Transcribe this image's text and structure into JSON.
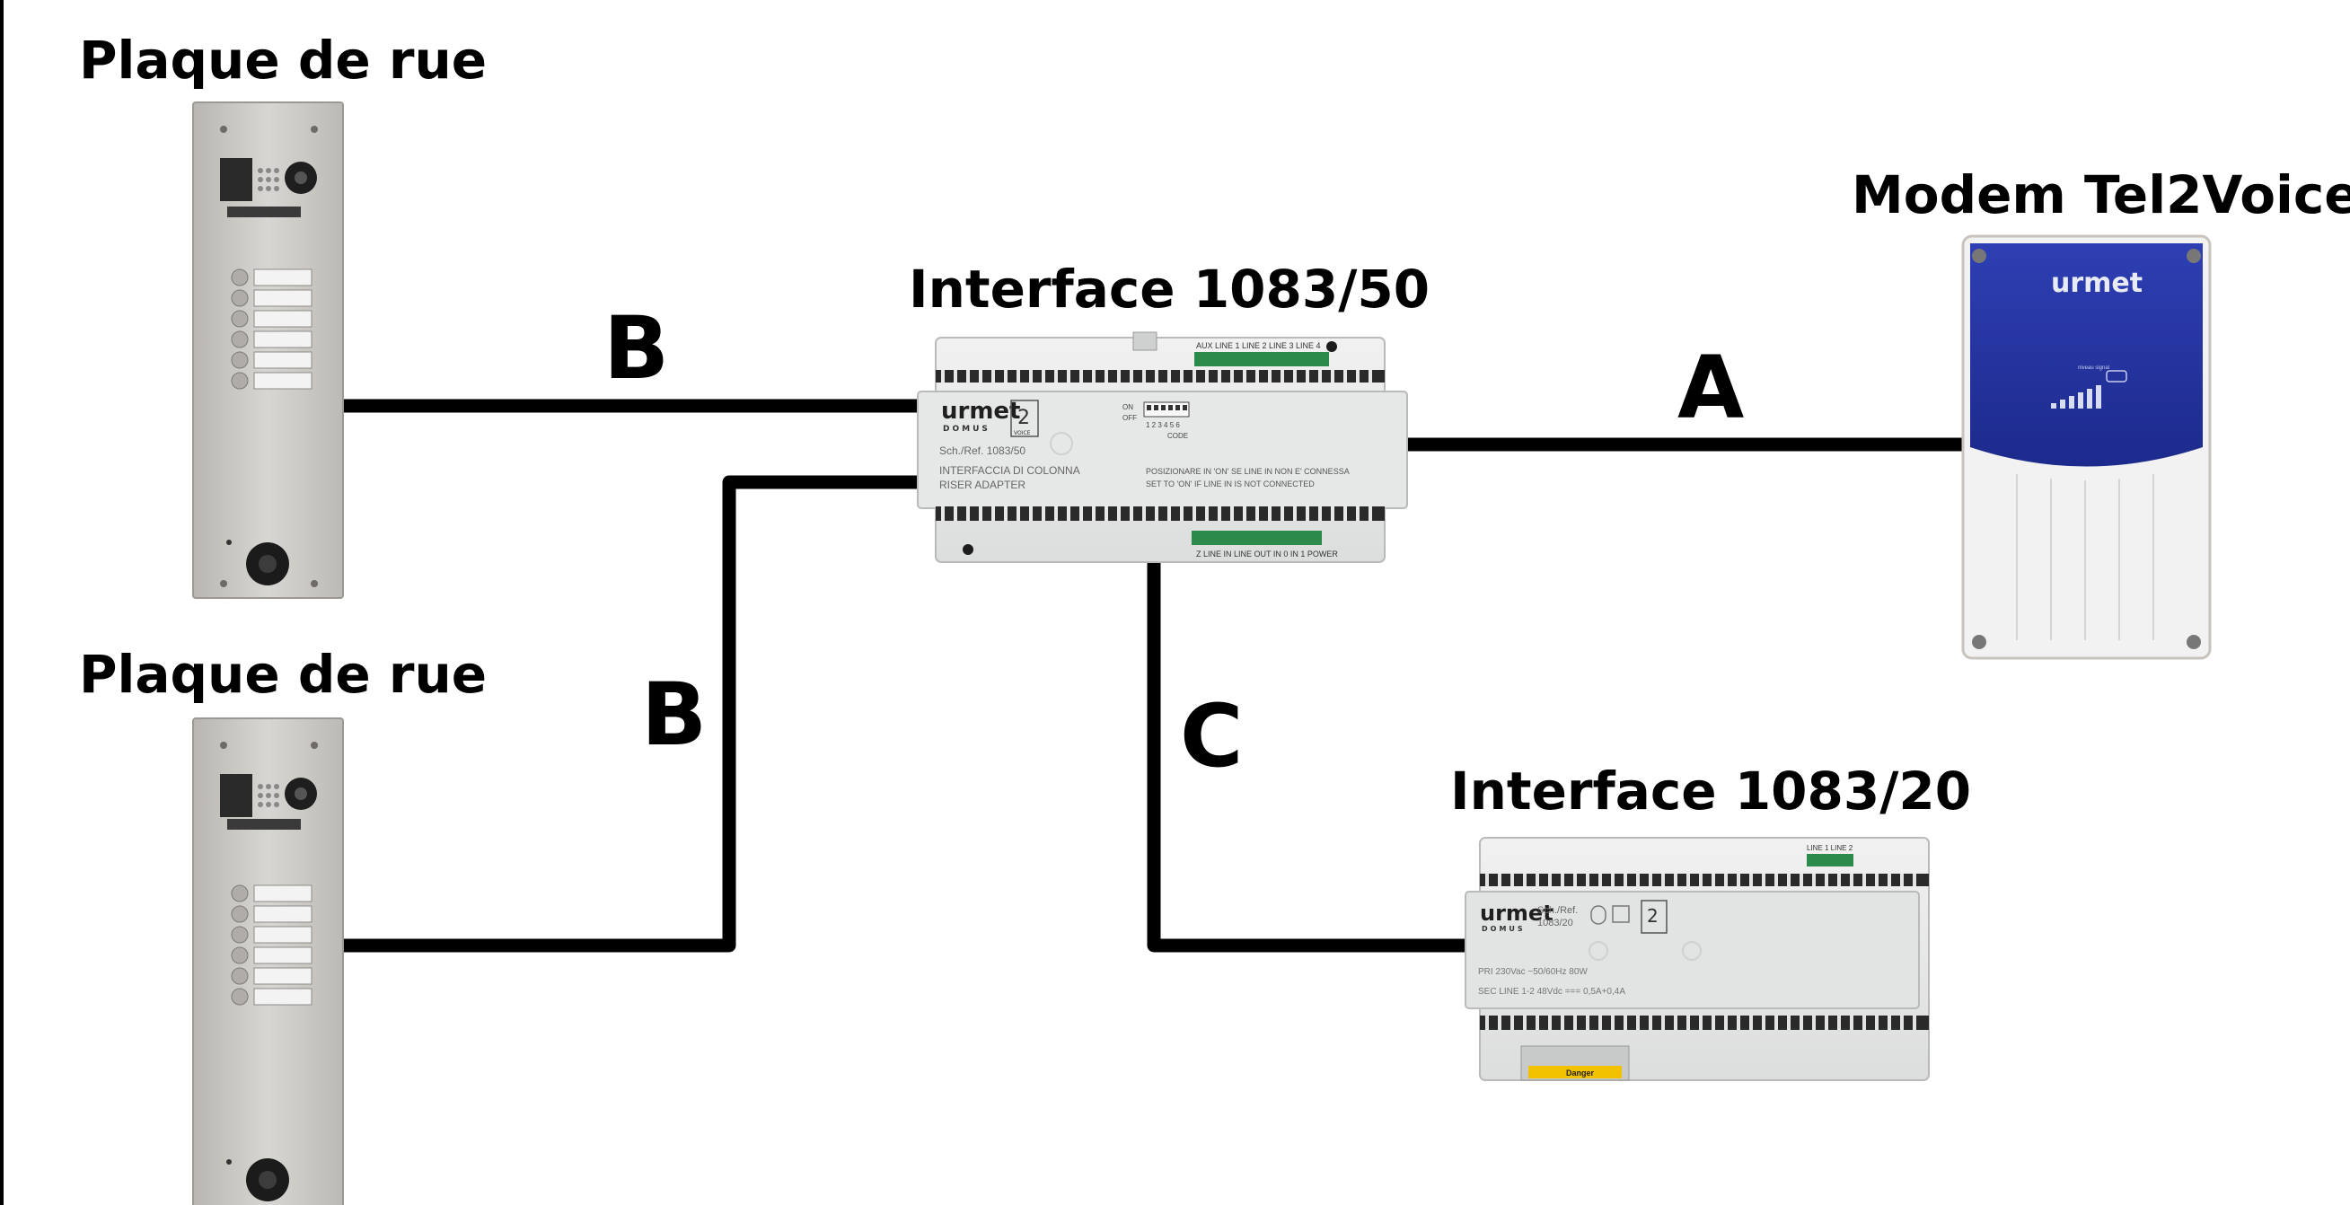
{
  "labels": {
    "street_panel_top": "Plaque de rue",
    "street_panel_bottom": "Plaque de rue",
    "interface_50": "Interface 1083/50",
    "interface_20": "Interface 1083/20",
    "modem": "Modem Tel2Voice"
  },
  "connections": {
    "a": "A",
    "b_top": "B",
    "b_bottom": "B",
    "c": "C"
  },
  "device_text": {
    "brand": "urmet",
    "sub_brand": "DOMUS",
    "two_voice": "2",
    "voice": "VOICE",
    "ref_50": "Sch./Ref. 1083/50",
    "desc_50_it": "INTERFACCIA DI COLONNA",
    "desc_50_en": "RISER ADAPTER",
    "top_terminals_50": "AUX  LINE 1  LINE 2  LINE 3  LINE 4",
    "bottom_terminals_50": "Z   LINE IN  LINE OUT  IN 0    IN 1   POWER",
    "dip_on": "ON",
    "dip_off": "OFF",
    "dip_numbers": "1 2 3 4 5 6",
    "dip_code": "CODE",
    "note_50_it": "POSIZIONARE IN 'ON' SE LINE IN NON E' CONNESSA",
    "note_50_en": "SET TO 'ON' IF LINE IN IS NOT CONNECTED",
    "ref_20_a": "Sch./Ref.",
    "ref_20_b": "1083/20",
    "pri_20": "PRI 230Vac ~50/60Hz 80W",
    "sec_20": "SEC LINE 1-2 48Vdc === 0,5A+0,4A",
    "top_terminals_20": "LINE 1  LINE 2",
    "danger": "Danger",
    "modem_brand": "urmet",
    "modem_small": "niveau signal"
  },
  "colors": {
    "line": "#000000",
    "steel": "#c9c6c1",
    "din": "#e9eaea",
    "modem_blue": "#2233a0",
    "terminal_green": "#2c8a4a"
  }
}
